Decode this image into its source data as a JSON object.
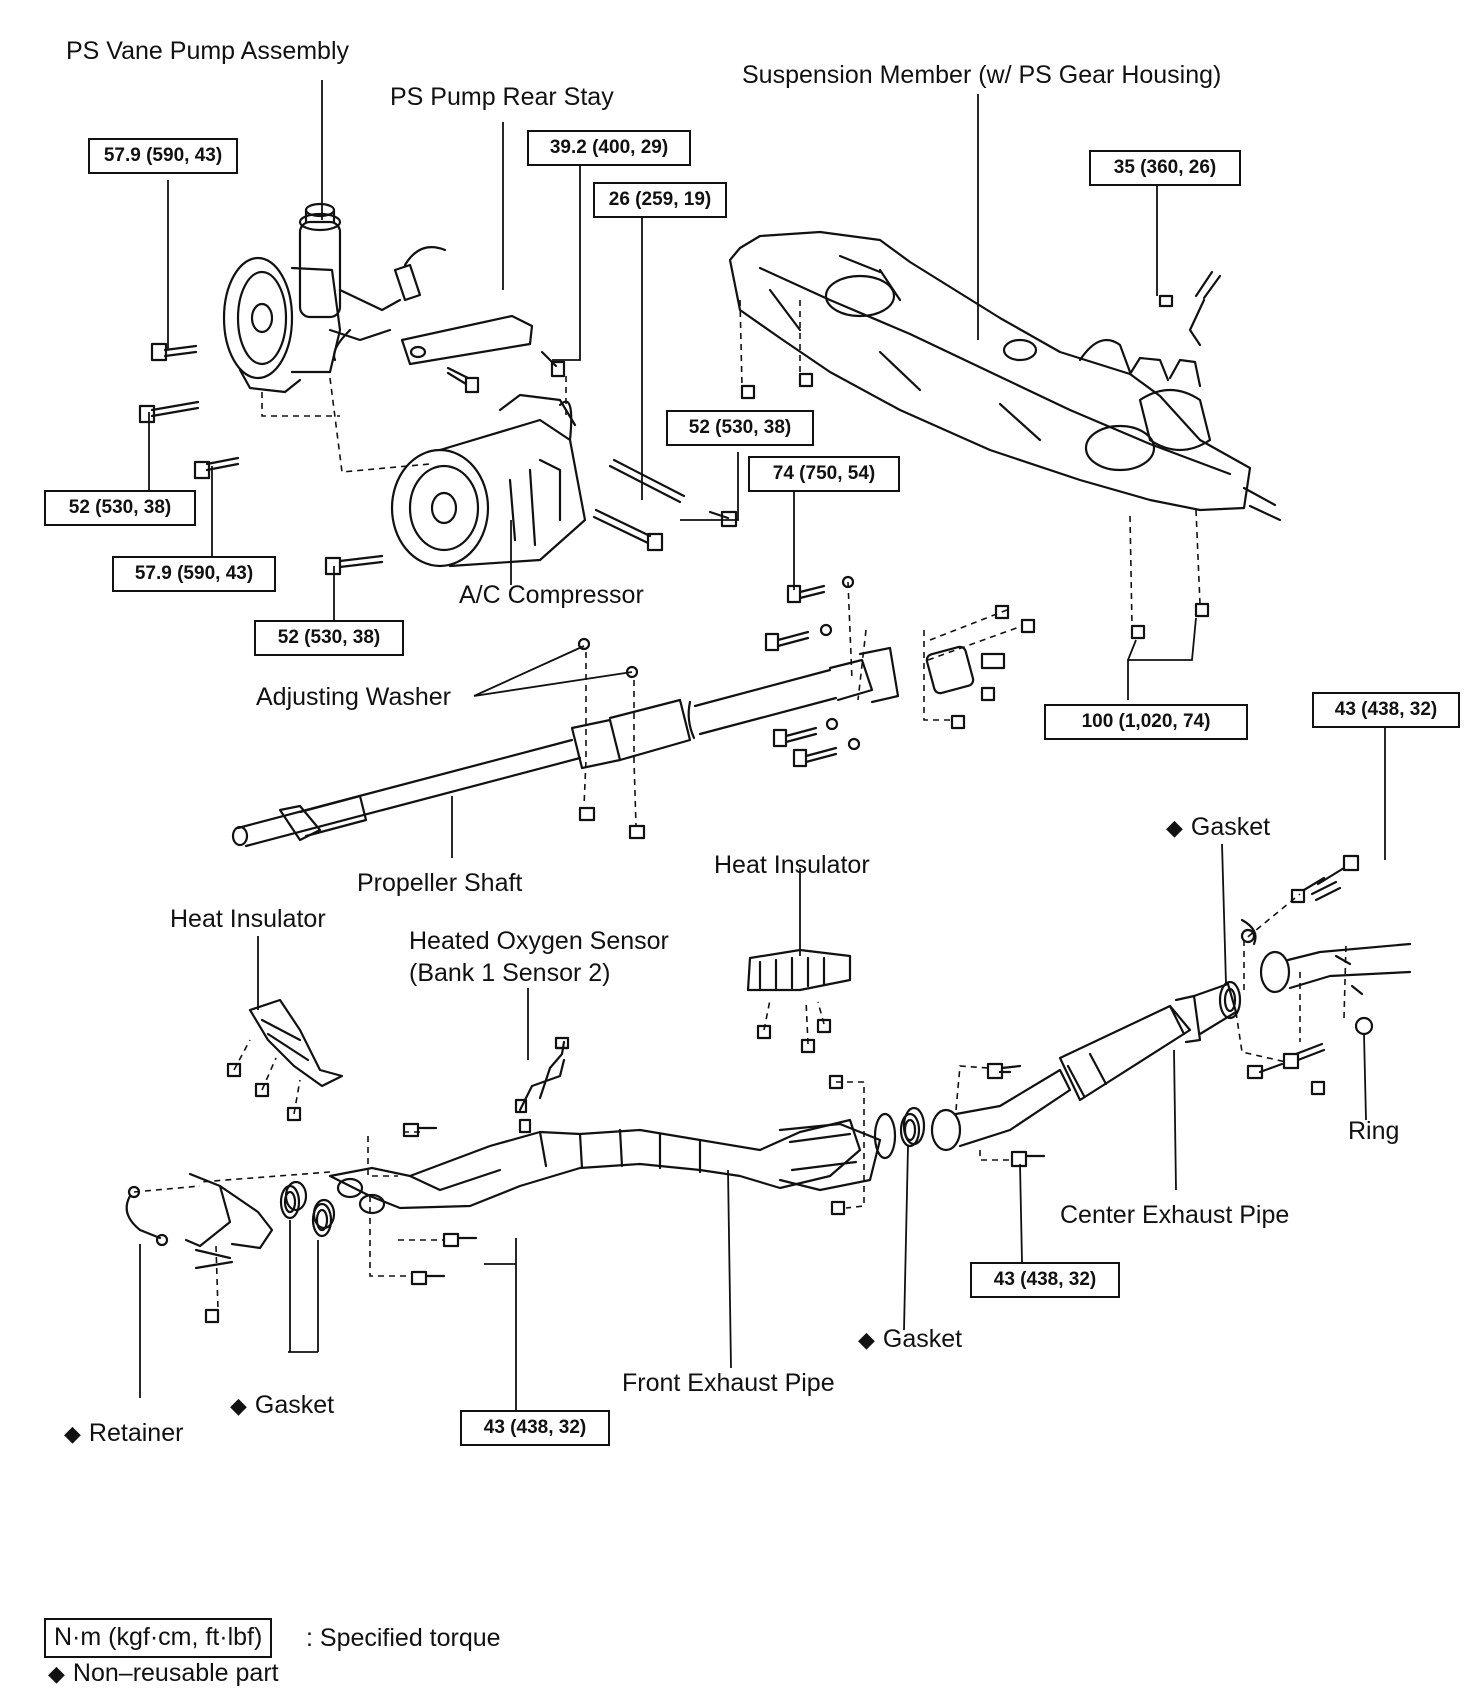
{
  "labels": {
    "ps_vane_pump": "PS Vane Pump Assembly",
    "ps_pump_rear_stay": "PS Pump Rear Stay",
    "suspension_member": "Suspension Member (w/ PS Gear Housing)",
    "ac_compressor": "A/C Compressor",
    "adjusting_washer": "Adjusting Washer",
    "propeller_shaft": "Propeller Shaft",
    "heat_insulator_right": "Heat Insulator",
    "heat_insulator_left": "Heat Insulator",
    "oxygen_sensor_line1": "Heated Oxygen Sensor",
    "oxygen_sensor_line2": "(Bank 1 Sensor 2)",
    "gasket_upper_right": "Gasket",
    "ring": "Ring",
    "center_exhaust_pipe": "Center Exhaust Pipe",
    "gasket_middle": "Gasket",
    "front_exhaust_pipe": "Front Exhaust Pipe",
    "gasket_lower_left": "Gasket",
    "retainer": "Retainer"
  },
  "non_reusable_mark": "◆",
  "torque": {
    "t1": "57.9 (590, 43)",
    "t2": "39.2 (400, 29)",
    "t3": "26 (259, 19)",
    "t4": "35 (360, 26)",
    "t5": "52 (530, 38)",
    "t6": "52 (530, 38)",
    "t7": "74 (750, 54)",
    "t8": "57.9 (590, 43)",
    "t9": "52 (530, 38)",
    "t10": "100 (1,020, 74)",
    "t11": "43 (438, 32)",
    "t12": "43 (438, 32)",
    "t13": "43 (438, 32)"
  },
  "legend": {
    "torque_unit": "N·m (kgf·cm, ft·lbf)",
    "torque_desc": ": Specified torque",
    "nonreusable_desc": "Non–reusable part"
  }
}
